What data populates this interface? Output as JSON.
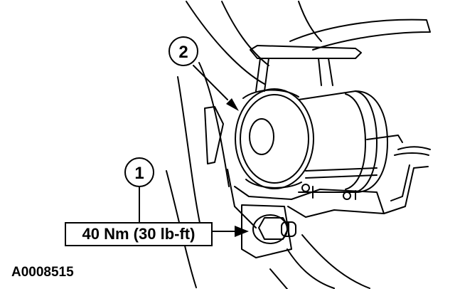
{
  "callouts": [
    {
      "number": "1"
    },
    {
      "number": "2"
    }
  ],
  "torque_spec": "40 Nm (30 lb-ft)",
  "figure_id": "A0008515",
  "colors": {
    "ink": "#000000",
    "paper": "#ffffff"
  }
}
